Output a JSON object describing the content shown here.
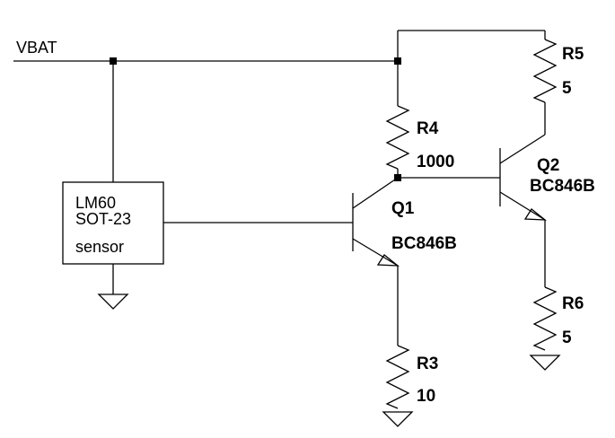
{
  "colors": {
    "wire": "#000000",
    "background": "#ffffff"
  },
  "net": {
    "vbat": "VBAT"
  },
  "sensor": {
    "line1": "LM60",
    "line2": "SOT-23",
    "line3": "sensor"
  },
  "q1": {
    "ref": "Q1",
    "part": "BC846B"
  },
  "q2": {
    "ref": "Q2",
    "part": "BC846B"
  },
  "r3": {
    "ref": "R3",
    "value": "10"
  },
  "r4": {
    "ref": "R4",
    "value": "1000"
  },
  "r5": {
    "ref": "R5",
    "value": "5"
  },
  "r6": {
    "ref": "R6",
    "value": "5"
  },
  "icons": [
    "ground-icon",
    "resistor-icon",
    "npn-transistor-icon",
    "junction-dot-icon"
  ]
}
